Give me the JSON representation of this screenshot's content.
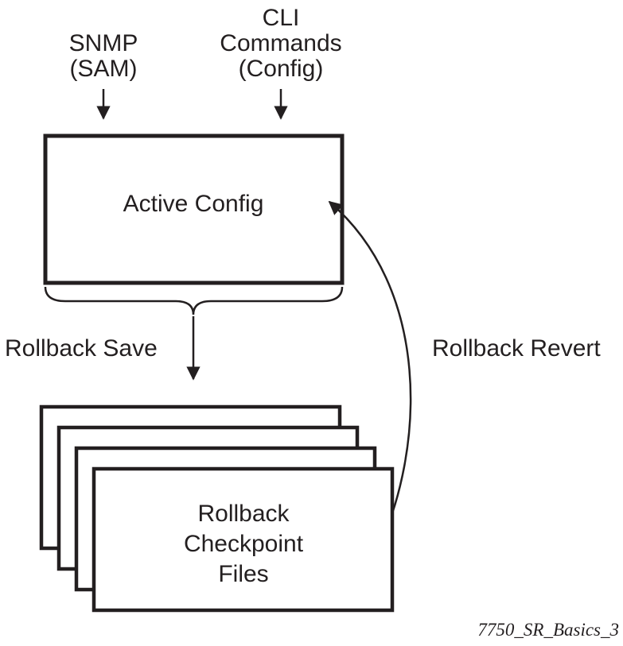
{
  "diagram": {
    "inputs": {
      "cli": {
        "line1": "CLI",
        "line2": "Commands",
        "line3": "(Config)"
      },
      "snmp": {
        "line1": "SNMP",
        "line2": "(SAM)"
      }
    },
    "active_config": {
      "label": "Active Config"
    },
    "actions": {
      "save_label": "Rollback Save",
      "revert_label": "Rollback Revert"
    },
    "checkpoint_stack": {
      "line1": "Rollback",
      "line2": "Checkpoint",
      "line3": "Files",
      "layer_count": 4
    },
    "footer": "7750_SR_Basics_3",
    "colors": {
      "ink": "#231f20",
      "background": "#ffffff"
    }
  }
}
